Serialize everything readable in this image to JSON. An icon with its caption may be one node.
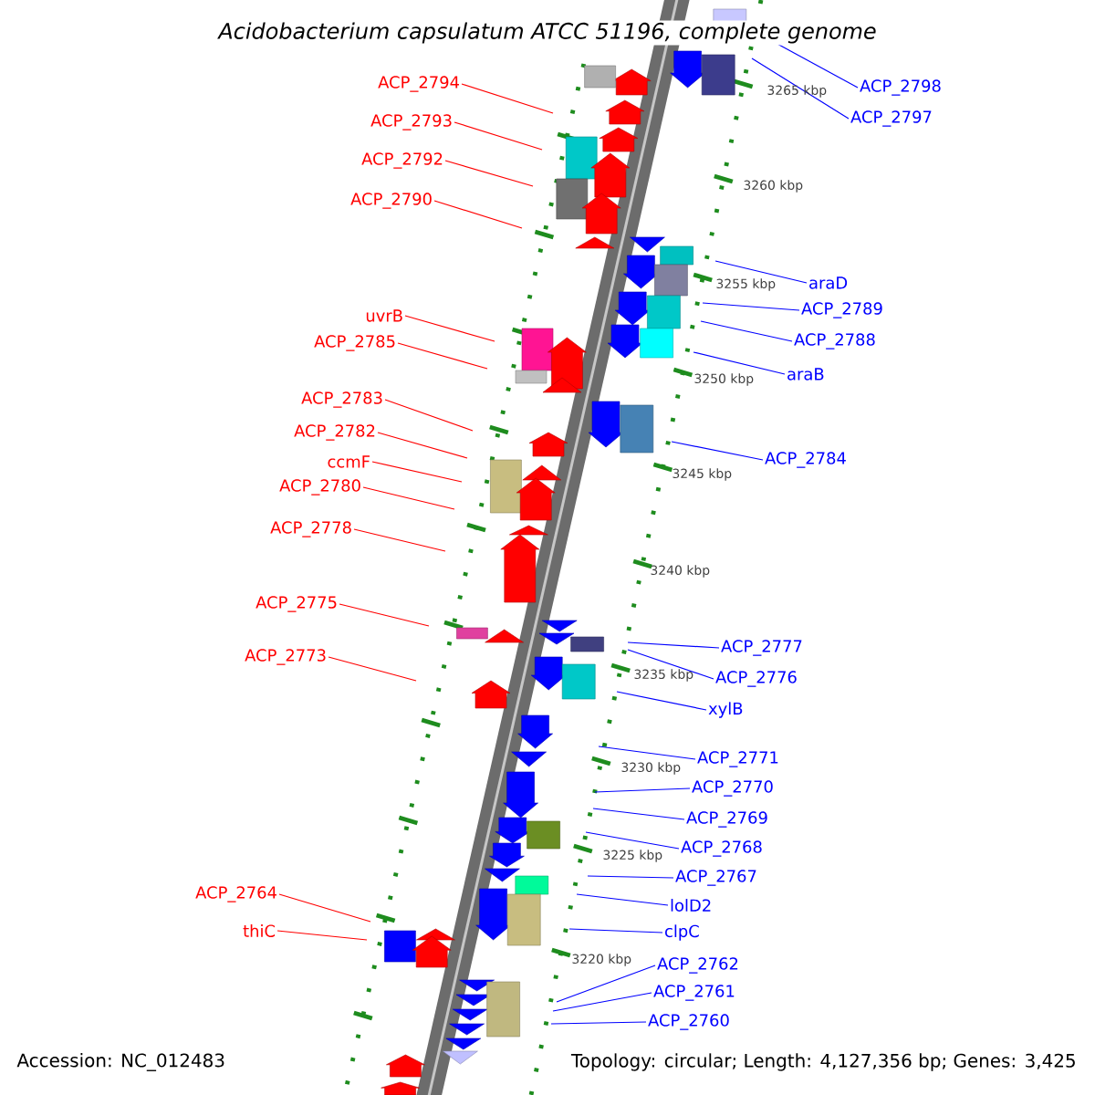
{
  "diagram": {
    "title": "Acidobacterium capsulatum ATCC 51196, complete genome",
    "nodes": [
      {
        "text": [
          "ACP_2794"
        ]
      },
      {
        "text": [
          "ACP_2793"
        ]
      },
      {
        "text": [
          "ACP_2792"
        ]
      },
      {
        "text": [
          "ACP_2790"
        ]
      },
      {
        "text": [
          "uvrB"
        ]
      },
      {
        "text": [
          "ACP_2785"
        ]
      },
      {
        "text": [
          "ACP_2783"
        ]
      },
      {
        "text": [
          "ACP_2782"
        ]
      },
      {
        "text": [
          "ccmF"
        ]
      },
      {
        "text": [
          "ACP_2780"
        ]
      },
      {
        "text": [
          "ACP_2778"
        ]
      },
      {
        "text": [
          "ACP_2775"
        ]
      },
      {
        "text": [
          "ACP_2773"
        ]
      },
      {
        "text": [
          "ACP_2764"
        ]
      },
      {
        "text": [
          "thiC"
        ]
      },
      {
        "text": [
          "ACP_2798"
        ]
      },
      {
        "text": [
          "ACP_2797"
        ]
      },
      {
        "text": [
          "araD"
        ]
      },
      {
        "text": [
          "ACP_2789"
        ]
      },
      {
        "text": [
          "ACP_2788"
        ]
      },
      {
        "text": [
          "araB"
        ]
      },
      {
        "text": [
          "ACP_2784"
        ]
      },
      {
        "text": [
          "ACP_2777"
        ]
      },
      {
        "text": [
          "ACP_2776"
        ]
      },
      {
        "text": [
          "xylB"
        ]
      },
      {
        "text": [
          "ACP_2771"
        ]
      },
      {
        "text": [
          "ACP_2770"
        ]
      },
      {
        "text": [
          "ACP_2769"
        ]
      },
      {
        "text": [
          "ACP_2768"
        ]
      },
      {
        "text": [
          "ACP_2767"
        ]
      },
      {
        "text": [
          "lolD2"
        ]
      },
      {
        "text": [
          "clpC"
        ]
      },
      {
        "text": [
          "ACP_2762"
        ]
      },
      {
        "text": [
          "ACP_2761"
        ]
      },
      {
        "text": [
          "ACP_2760"
        ]
      }
    ],
    "edges": [
      {
        "from": 0,
        "to": null,
        "arrow": "none",
        "color": "#ff0000"
      },
      {
        "from": 1,
        "to": null,
        "arrow": "none",
        "color": "#ff0000"
      },
      {
        "from": 2,
        "to": null,
        "arrow": "none",
        "color": "#ff0000"
      },
      {
        "from": 3,
        "to": null,
        "arrow": "none",
        "color": "#ff0000"
      },
      {
        "from": 4,
        "to": null,
        "arrow": "none",
        "color": "#ff0000"
      },
      {
        "from": 5,
        "to": null,
        "arrow": "none",
        "color": "#ff0000"
      },
      {
        "from": 6,
        "to": null,
        "arrow": "none",
        "color": "#ff0000"
      },
      {
        "from": 7,
        "to": null,
        "arrow": "none",
        "color": "#ff0000"
      },
      {
        "from": 8,
        "to": null,
        "arrow": "none",
        "color": "#ff0000"
      },
      {
        "from": 9,
        "to": null,
        "arrow": "none",
        "color": "#ff0000"
      },
      {
        "from": 10,
        "to": null,
        "arrow": "none",
        "color": "#ff0000"
      },
      {
        "from": 11,
        "to": null,
        "arrow": "none",
        "color": "#ff0000"
      },
      {
        "from": 12,
        "to": null,
        "arrow": "none",
        "color": "#ff0000"
      },
      {
        "from": 13,
        "to": null,
        "arrow": "none",
        "color": "#ff0000"
      },
      {
        "from": 14,
        "to": null,
        "arrow": "none",
        "color": "#ff0000"
      },
      {
        "from": 15,
        "to": null,
        "arrow": "none"
      },
      {
        "from": 16,
        "to": null,
        "arrow": "none"
      },
      {
        "from": 17,
        "to": null,
        "arrow": "none"
      },
      {
        "from": 18,
        "to": null,
        "arrow": "none"
      },
      {
        "from": 19,
        "to": null,
        "arrow": "none"
      },
      {
        "from": 20,
        "to": null,
        "arrow": "none"
      },
      {
        "from": 21,
        "to": null,
        "arrow": "none"
      },
      {
        "from": 22,
        "to": null,
        "arrow": "none"
      },
      {
        "from": 23,
        "to": null,
        "arrow": "none"
      },
      {
        "from": 24,
        "to": null,
        "arrow": "none"
      },
      {
        "from": 25,
        "to": null,
        "arrow": "none"
      },
      {
        "from": 26,
        "to": null,
        "arrow": "none"
      },
      {
        "from": 27,
        "to": null,
        "arrow": "none"
      },
      {
        "from": 28,
        "to": null,
        "arrow": "none"
      },
      {
        "from": 29,
        "to": null,
        "arrow": "none"
      },
      {
        "from": 30,
        "to": null,
        "arrow": "none"
      },
      {
        "from": 31,
        "to": null,
        "arrow": "none"
      },
      {
        "from": 32,
        "to": null,
        "arrow": "none"
      },
      {
        "from": 33,
        "to": null,
        "arrow": "none"
      },
      {
        "from": 34,
        "to": null,
        "arrow": "none"
      }
    ],
    "labels": [
      "3265 kbp",
      "3260 kbp",
      "3255 kbp",
      "3250 kbp",
      "3245 kbp",
      "3240 kbp",
      "3235 kbp",
      "3230 kbp",
      "3225 kbp",
      "3220 kbp",
      "Accession: NC_012483",
      "Topology: circular; Length: 4,127,356 bp; Genes: 3,425"
    ]
  }
}
